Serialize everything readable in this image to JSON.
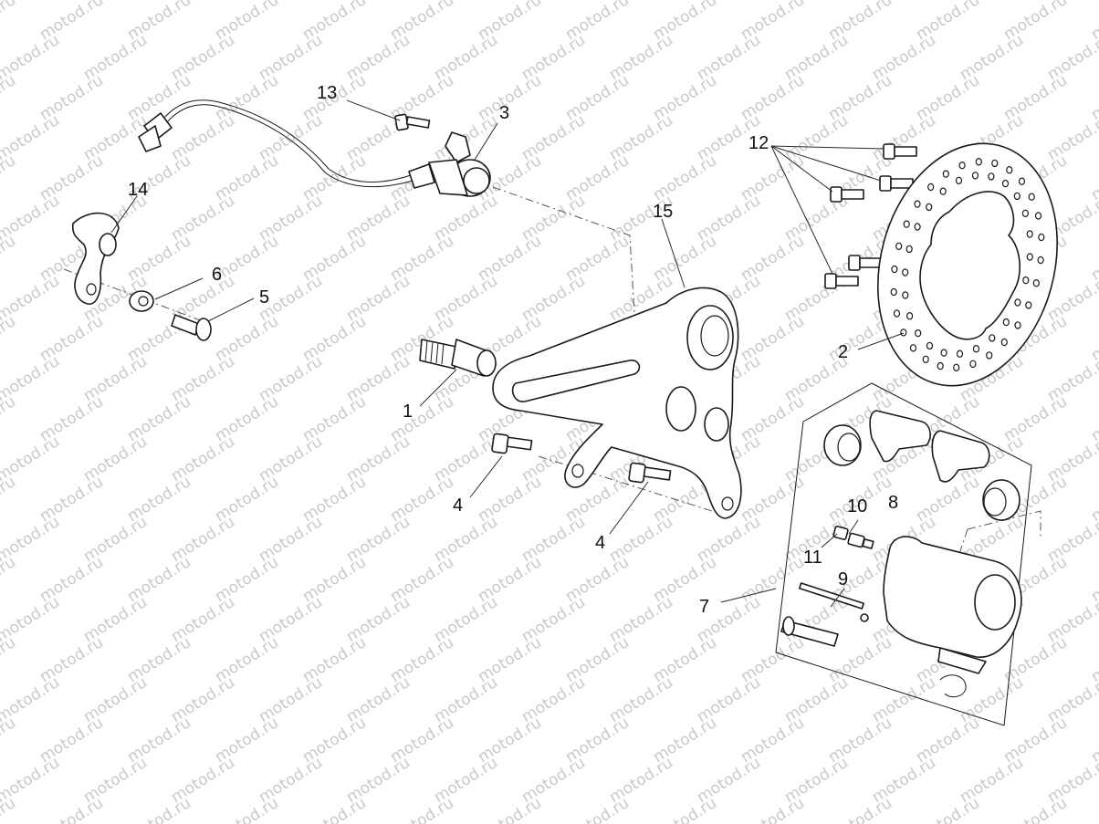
{
  "watermark": {
    "text": "motod.ru",
    "color": "#c8c8c8"
  },
  "callouts": {
    "c1": "1",
    "c2": "2",
    "c3": "3",
    "c4a": "4",
    "c4b": "4",
    "c5": "5",
    "c6": "6",
    "c7": "7",
    "c8": "8",
    "c9": "9",
    "c10": "10",
    "c11": "11",
    "c12": "12",
    "c13": "13",
    "c14": "14",
    "c15": "15"
  },
  "colors": {
    "line": "#1a1a1a",
    "background": "#ffffff"
  }
}
